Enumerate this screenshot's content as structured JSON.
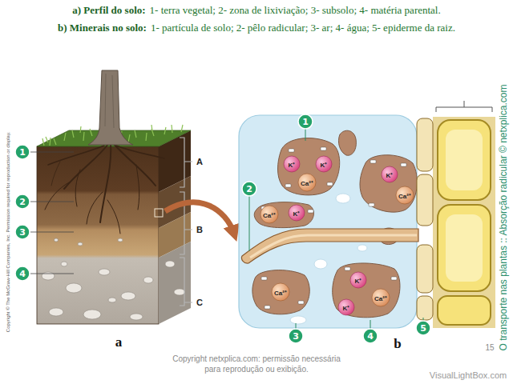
{
  "diagram": {
    "labels": [
      "a) Perfil do solo:",
      "1- terra vegetal; 2- zona de lixiviação; 3- subsolo; 4- matéria parental.",
      "b) Minerais no solo:",
      "1- partícula de solo; 2- pêlo radicular; 3- ar; 4- água; 5- epiderme da raiz.",
      "Copyright © The McGraw-Hill Companies, Inc. Permission required for reproduction or display.",
      "O transporte nas plantas :: Absorção radicular © netxplica.com",
      "1",
      "2",
      "3",
      "4",
      "A",
      "B",
      "C",
      "1",
      "2",
      "3",
      "4",
      "5",
      "a",
      "b",
      "K⁺",
      "K⁺",
      "K⁺",
      "K⁺",
      "K⁺",
      "K⁺",
      "Ca²⁺",
      "Ca²⁺",
      "Ca²⁺",
      "Ca²⁺",
      "Ca²⁺",
      "Copyright netxplica.com: permissão necessária para reprodução ou exibição.",
      "15",
      "VisualLightBox.com"
    ]
  }
}
